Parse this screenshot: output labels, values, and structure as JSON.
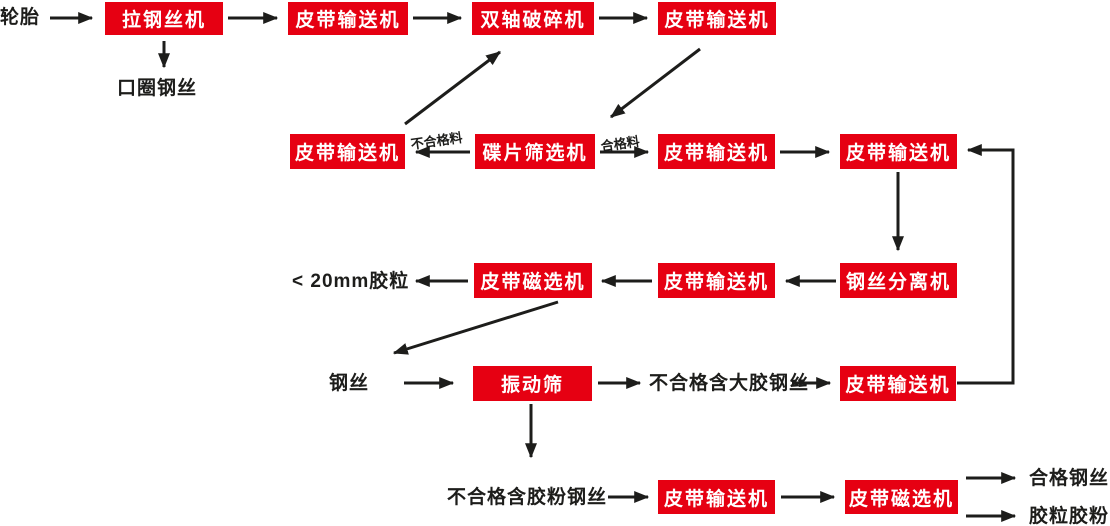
{
  "colors": {
    "box_bg": "#e60012",
    "box_text": "#ffffff",
    "ink": "#1d1d1b"
  },
  "nodes": [
    {
      "id": "tire",
      "type": "text",
      "label": "轮胎"
    },
    {
      "id": "wire-drawing-machine",
      "type": "box",
      "label": "拉钢丝机"
    },
    {
      "id": "belt-conveyor-1",
      "type": "box",
      "label": "皮带输送机"
    },
    {
      "id": "double-shaft-shredder",
      "type": "box",
      "label": "双轴破碎机"
    },
    {
      "id": "belt-conveyor-2",
      "type": "box",
      "label": "皮带输送机"
    },
    {
      "id": "bead-wire",
      "type": "text",
      "label": "口圈钢丝"
    },
    {
      "id": "belt-conveyor-3",
      "type": "box",
      "label": "皮带输送机"
    },
    {
      "id": "disc-screening-machine",
      "type": "box",
      "label": "碟片筛选机"
    },
    {
      "id": "belt-conveyor-4",
      "type": "box",
      "label": "皮带输送机"
    },
    {
      "id": "belt-conveyor-5",
      "type": "box",
      "label": "皮带输送机"
    },
    {
      "id": "rubber-granule-under-20mm",
      "type": "text",
      "label": "< 20mm胶粒"
    },
    {
      "id": "belt-magnetic-separator-1",
      "type": "box",
      "label": "皮带磁选机"
    },
    {
      "id": "belt-conveyor-6",
      "type": "box",
      "label": "皮带输送机"
    },
    {
      "id": "steel-wire-separator",
      "type": "box",
      "label": "钢丝分离机"
    },
    {
      "id": "steel-wire",
      "type": "text",
      "label": "钢丝"
    },
    {
      "id": "vibrating-screen",
      "type": "box",
      "label": "振动筛"
    },
    {
      "id": "reject-wire-with-big-rubber",
      "type": "text",
      "label": "不合格含大胶钢丝"
    },
    {
      "id": "belt-conveyor-7",
      "type": "box",
      "label": "皮带输送机"
    },
    {
      "id": "reject-wire-with-rubber-powder",
      "type": "text",
      "label": "不合格含胶粉钢丝"
    },
    {
      "id": "belt-conveyor-8",
      "type": "box",
      "label": "皮带输送机"
    },
    {
      "id": "belt-magnetic-separator-2",
      "type": "box",
      "label": "皮带磁选机"
    },
    {
      "id": "qualified-steel-wire",
      "type": "text",
      "label": "合格钢丝"
    },
    {
      "id": "rubber-granule-and-powder",
      "type": "text",
      "label": "胶粒胶粉"
    }
  ],
  "edge_labels": {
    "reject": "不合格料",
    "accept": "合格料"
  },
  "edges": [
    {
      "from": "tire",
      "to": "wire-drawing-machine"
    },
    {
      "from": "wire-drawing-machine",
      "to": "belt-conveyor-1"
    },
    {
      "from": "wire-drawing-machine",
      "to": "bead-wire"
    },
    {
      "from": "belt-conveyor-1",
      "to": "double-shaft-shredder"
    },
    {
      "from": "double-shaft-shredder",
      "to": "belt-conveyor-2"
    },
    {
      "from": "belt-conveyor-2",
      "to": "disc-screening-machine"
    },
    {
      "from": "disc-screening-machine",
      "to": "belt-conveyor-3",
      "label": "不合格料"
    },
    {
      "from": "belt-conveyor-3",
      "to": "double-shaft-shredder"
    },
    {
      "from": "disc-screening-machine",
      "to": "belt-conveyor-4",
      "label": "合格料"
    },
    {
      "from": "belt-conveyor-4",
      "to": "belt-conveyor-5"
    },
    {
      "from": "belt-conveyor-5",
      "to": "steel-wire-separator"
    },
    {
      "from": "steel-wire-separator",
      "to": "belt-conveyor-6"
    },
    {
      "from": "belt-conveyor-6",
      "to": "belt-magnetic-separator-1"
    },
    {
      "from": "belt-magnetic-separator-1",
      "to": "rubber-granule-under-20mm"
    },
    {
      "from": "belt-magnetic-separator-1",
      "to": "steel-wire"
    },
    {
      "from": "steel-wire",
      "to": "vibrating-screen"
    },
    {
      "from": "vibrating-screen",
      "to": "reject-wire-with-big-rubber"
    },
    {
      "from": "reject-wire-with-big-rubber",
      "to": "belt-conveyor-7"
    },
    {
      "from": "belt-conveyor-7",
      "to": "belt-conveyor-5"
    },
    {
      "from": "vibrating-screen",
      "to": "reject-wire-with-rubber-powder"
    },
    {
      "from": "reject-wire-with-rubber-powder",
      "to": "belt-conveyor-8"
    },
    {
      "from": "belt-conveyor-8",
      "to": "belt-magnetic-separator-2"
    },
    {
      "from": "belt-magnetic-separator-2",
      "to": "qualified-steel-wire"
    },
    {
      "from": "belt-magnetic-separator-2",
      "to": "rubber-granule-and-powder"
    }
  ]
}
